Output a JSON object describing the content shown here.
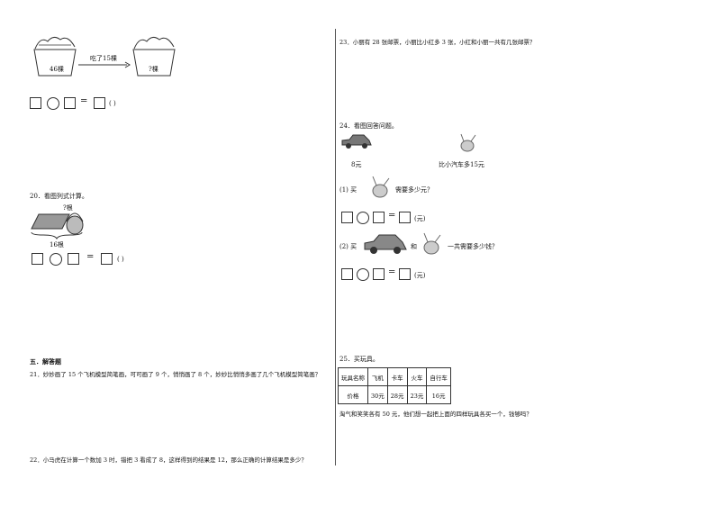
{
  "left": {
    "q19": {
      "left_basket": "46棵",
      "arrow_label": "吃了15棵",
      "right_basket": "?棵",
      "equals": "=",
      "paren": "(  )"
    },
    "q20": {
      "title": "20．看图列式计算。",
      "top_label": "?根",
      "bottom_label": "16根",
      "equals": "=",
      "paren": "(  )"
    },
    "section5": "五．解答题",
    "q21": "21．妙妙画了 15 个飞机模型简笔画，可可画了 9 个，悄悄画了 8 个，妙妙比悄悄多画了几个飞机模型简笔画？",
    "q22": "22．小马虎在计算一个数加 3 时，错把 3 看成了 8，这样得到的结果是 12，那么正确的计算结果是多少？"
  },
  "right": {
    "q23": "23．小丽有 28 张邮票，小丽比小红多 3 张，小红和小丽一共有几张邮票？",
    "q24": {
      "title": "24．看图回答问题。",
      "car_price": "8元",
      "bunny_price": "比小汽车多15元",
      "p1_prefix": "(1) 买",
      "p1_suffix": "需要多少元？",
      "unit": "(元)",
      "equals": "=",
      "p2_prefix": "(2) 买",
      "p2_and": "和",
      "p2_suffix": "一共需要多少钱？"
    },
    "q25": {
      "title": "25．买玩具。",
      "table": {
        "header": [
          "玩具名称",
          "飞机",
          "卡车",
          "火车",
          "自行车"
        ],
        "row": [
          "价格",
          "30元",
          "28元",
          "23元",
          "16元"
        ]
      },
      "question": "淘气和笑笑各有 50 元，他们想一起把上面的四样玩具各买一个，钱够吗？"
    }
  }
}
